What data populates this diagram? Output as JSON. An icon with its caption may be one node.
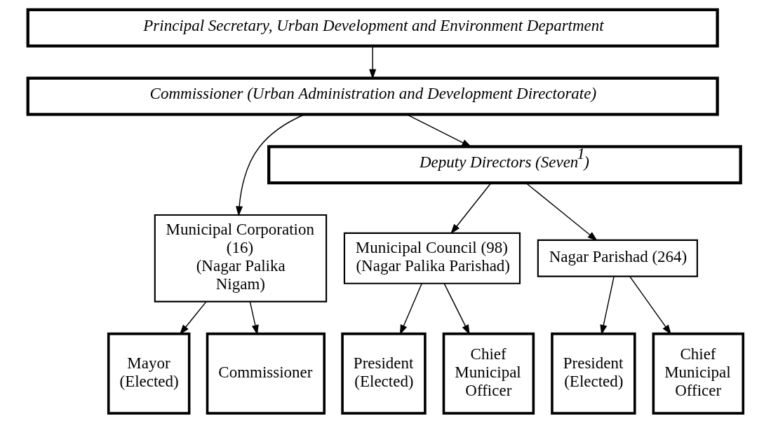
{
  "diagram": {
    "nodes": [
      {
        "text": [
          "Principal Secretary, Urban Development and Environment Department"
        ]
      },
      {
        "text": [
          "Commissioner (Urban Administration and Development Directorate)"
        ]
      },
      {
        "text": [
          "Deputy Directors (Seven$^{1}$)"
        ]
      },
      {
        "text": [
          "Municipal Corporation (16)",
          "(Nagar Palika Nigam)"
        ]
      },
      {
        "text": [
          "Municipal Council (98)",
          "(Nagar Palika Parishad)"
        ]
      },
      {
        "text": [
          "Nagar Parishad (264)"
        ]
      },
      {
        "text": [
          "Mayor (Elected)"
        ]
      },
      {
        "text": [
          "Commissioner"
        ]
      },
      {
        "text": [
          "President (Elected)"
        ]
      },
      {
        "text": [
          "Chief Municipal Officer"
        ]
      },
      {
        "text": [
          "President (Elected)"
        ]
      },
      {
        "text": [
          "Chief Municipal Officer"
        ]
      }
    ],
    "edges": [
      {
        "from": 0,
        "to": 1,
        "arrow": "to"
      },
      {
        "from": 1,
        "to": 2,
        "arrow": "to"
      },
      {
        "from": 1,
        "to": 3,
        "arrow": "to"
      },
      {
        "from": 2,
        "to": 4,
        "arrow": "to"
      },
      {
        "from": 2,
        "to": 5,
        "arrow": "to"
      },
      {
        "from": 3,
        "to": 6,
        "arrow": "to"
      },
      {
        "from": 3,
        "to": 7,
        "arrow": "to"
      },
      {
        "from": 4,
        "to": 8,
        "arrow": "to"
      },
      {
        "from": 4,
        "to": 9,
        "arrow": "to"
      },
      {
        "from": 5,
        "to": 10,
        "arrow": "to"
      },
      {
        "from": 5,
        "to": 11,
        "arrow": "to"
      }
    ]
  }
}
